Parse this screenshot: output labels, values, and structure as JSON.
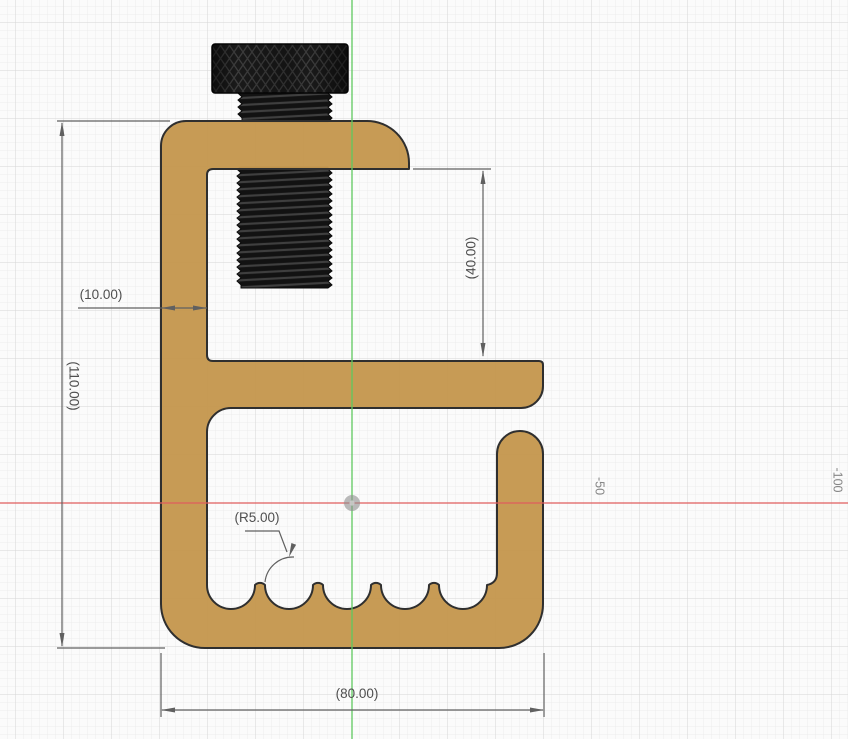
{
  "app": {
    "name": "cad-sketch-viewport"
  },
  "canvas": {
    "background": "#fbfbfb",
    "grid_minor_color": "#ececec",
    "grid_major_color": "#d6d6d6"
  },
  "axes": {
    "x_axis": {
      "color": "#e05d5d"
    },
    "y_axis": {
      "color": "#5fc95f"
    },
    "label_color": "#868686",
    "tick_labels": [
      {
        "text": "-50"
      },
      {
        "text": "-100"
      }
    ]
  },
  "origin_marker": {
    "color": "#8d8d8d",
    "center_color": "#cccccc"
  },
  "model": {
    "name": "clamp-profile-with-thumb-screw",
    "body_fill": "#c5984f",
    "body_outline": "#2f2f2f",
    "screw_color": "#121212",
    "screw_ridge_color": "#3f3f3f",
    "knurl_line_color": "#3d3d3d"
  },
  "dimensions": {
    "line_color": "#606060",
    "text_color": "#4f4f4f",
    "wall_thickness": {
      "label": "(10.00)"
    },
    "overall_height": {
      "label": "(110.00)"
    },
    "throat_depth": {
      "label": "(40.00)"
    },
    "scallop_radius": {
      "label": "(R5.00)"
    },
    "overall_width": {
      "label": "(80.00)"
    }
  }
}
